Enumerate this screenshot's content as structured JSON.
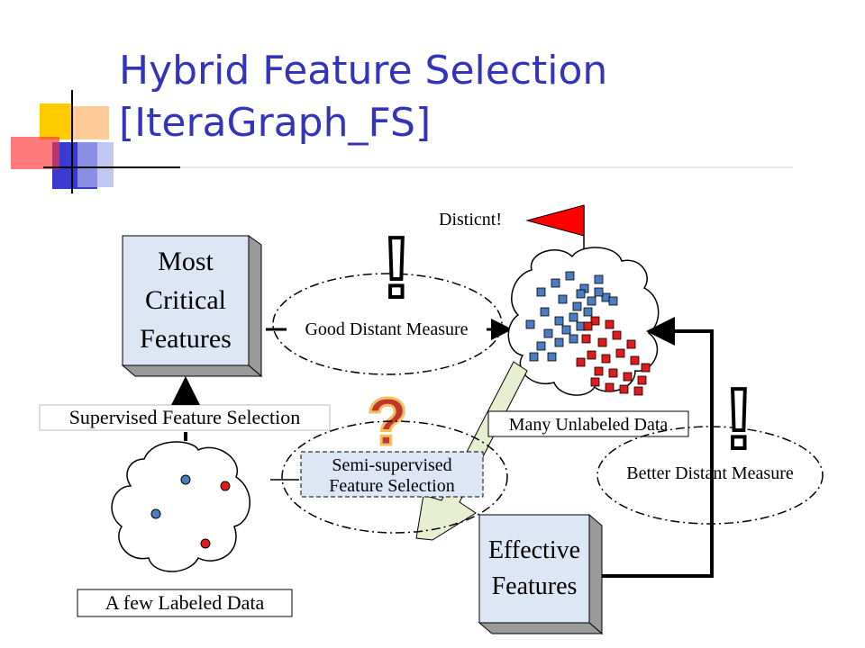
{
  "slide": {
    "title_line1": "Hybrid Feature Selection",
    "title_line2": "[IteraGraph_FS]"
  },
  "diagram": {
    "most_critical": [
      "Most",
      "Critical",
      "Features"
    ],
    "good_measure": "Good Distant Measure",
    "distinct": "Disticnt!",
    "supervised": "Supervised Feature Selection",
    "many_unlabeled": "Many Unlabeled Data",
    "semi_supervised": [
      "Semi-supervised",
      "Feature Selection"
    ],
    "better_measure": "Better Distant Measure",
    "effective": [
      "Effective",
      "Features"
    ],
    "few_labeled": "A few Labeled Data",
    "exclaim": "!",
    "question": "?"
  },
  "colors": {
    "title": "#3333bb",
    "box_fill": "#dde6f5",
    "box_side": "#9a9a9a",
    "blue_point": "#4a7dc2",
    "red_point": "#e01b1b",
    "flag": "#ff0000",
    "question_fill": "#c0352d",
    "question_stroke": "#f0c060",
    "arrow_fill": "#e8eed0"
  }
}
